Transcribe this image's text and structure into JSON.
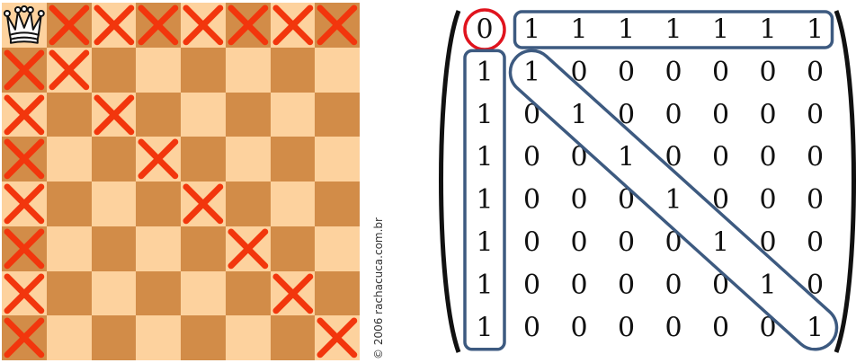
{
  "board": {
    "size": 8,
    "light_color": "#fdd29e",
    "dark_color": "#d28c48",
    "queen": {
      "row": 0,
      "col": 0,
      "icon": "queen-icon"
    },
    "attacked_mark": "x-icon",
    "mark_color": "#f2360d",
    "attacked": [
      [
        0,
        1
      ],
      [
        0,
        2
      ],
      [
        0,
        3
      ],
      [
        0,
        4
      ],
      [
        0,
        5
      ],
      [
        0,
        6
      ],
      [
        0,
        7
      ],
      [
        1,
        0
      ],
      [
        2,
        0
      ],
      [
        3,
        0
      ],
      [
        4,
        0
      ],
      [
        5,
        0
      ],
      [
        6,
        0
      ],
      [
        7,
        0
      ],
      [
        1,
        1
      ],
      [
        2,
        2
      ],
      [
        3,
        3
      ],
      [
        4,
        4
      ],
      [
        5,
        5
      ],
      [
        6,
        6
      ],
      [
        7,
        7
      ]
    ]
  },
  "copyright": "© 2006 rachacuca.com.br",
  "matrix": {
    "rows": [
      [
        "0",
        "1",
        "1",
        "1",
        "1",
        "1",
        "1",
        "1"
      ],
      [
        "1",
        "1",
        "0",
        "0",
        "0",
        "0",
        "0",
        "0"
      ],
      [
        "1",
        "0",
        "1",
        "0",
        "0",
        "0",
        "0",
        "0"
      ],
      [
        "1",
        "0",
        "0",
        "1",
        "0",
        "0",
        "0",
        "0"
      ],
      [
        "1",
        "0",
        "0",
        "0",
        "1",
        "0",
        "0",
        "0"
      ],
      [
        "1",
        "0",
        "0",
        "0",
        "0",
        "1",
        "0",
        "0"
      ],
      [
        "1",
        "0",
        "0",
        "0",
        "0",
        "0",
        "1",
        "0"
      ],
      [
        "1",
        "0",
        "0",
        "0",
        "0",
        "0",
        "0",
        "1"
      ]
    ],
    "highlight_circle_color": "#e0141e",
    "highlight_box_color": "#3d5a80"
  }
}
